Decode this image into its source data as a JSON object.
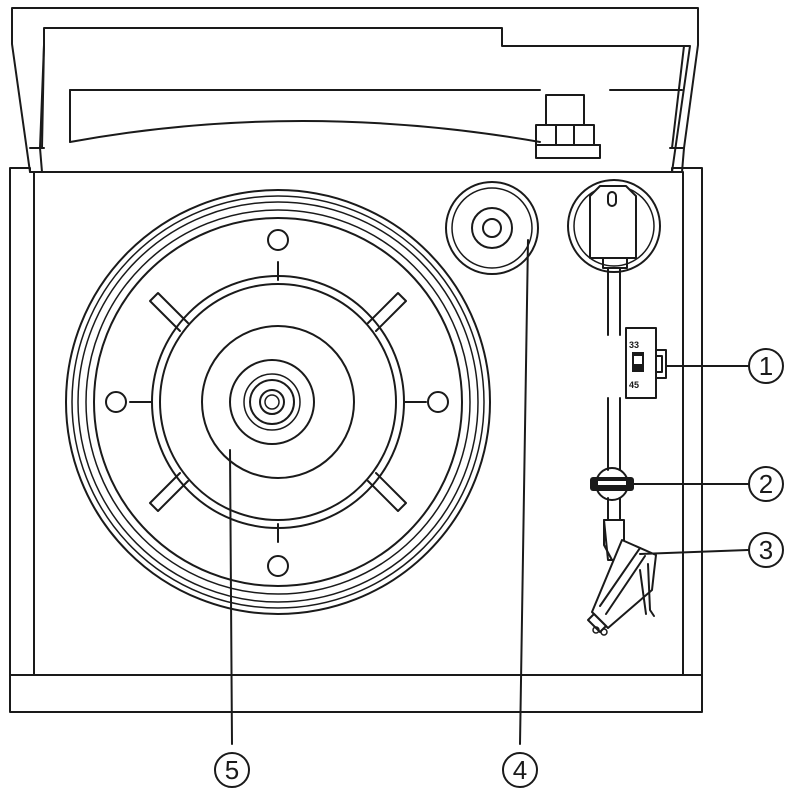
{
  "callouts": [
    {
      "id": "1",
      "label": "1"
    },
    {
      "id": "2",
      "label": "2"
    },
    {
      "id": "3",
      "label": "3"
    },
    {
      "id": "4",
      "label": "4"
    },
    {
      "id": "5",
      "label": "5"
    }
  ],
  "speed_switch": {
    "top_label": "33",
    "bottom_label": "45"
  },
  "colors": {
    "stroke": "#1a1a1a",
    "background": "#ffffff"
  }
}
